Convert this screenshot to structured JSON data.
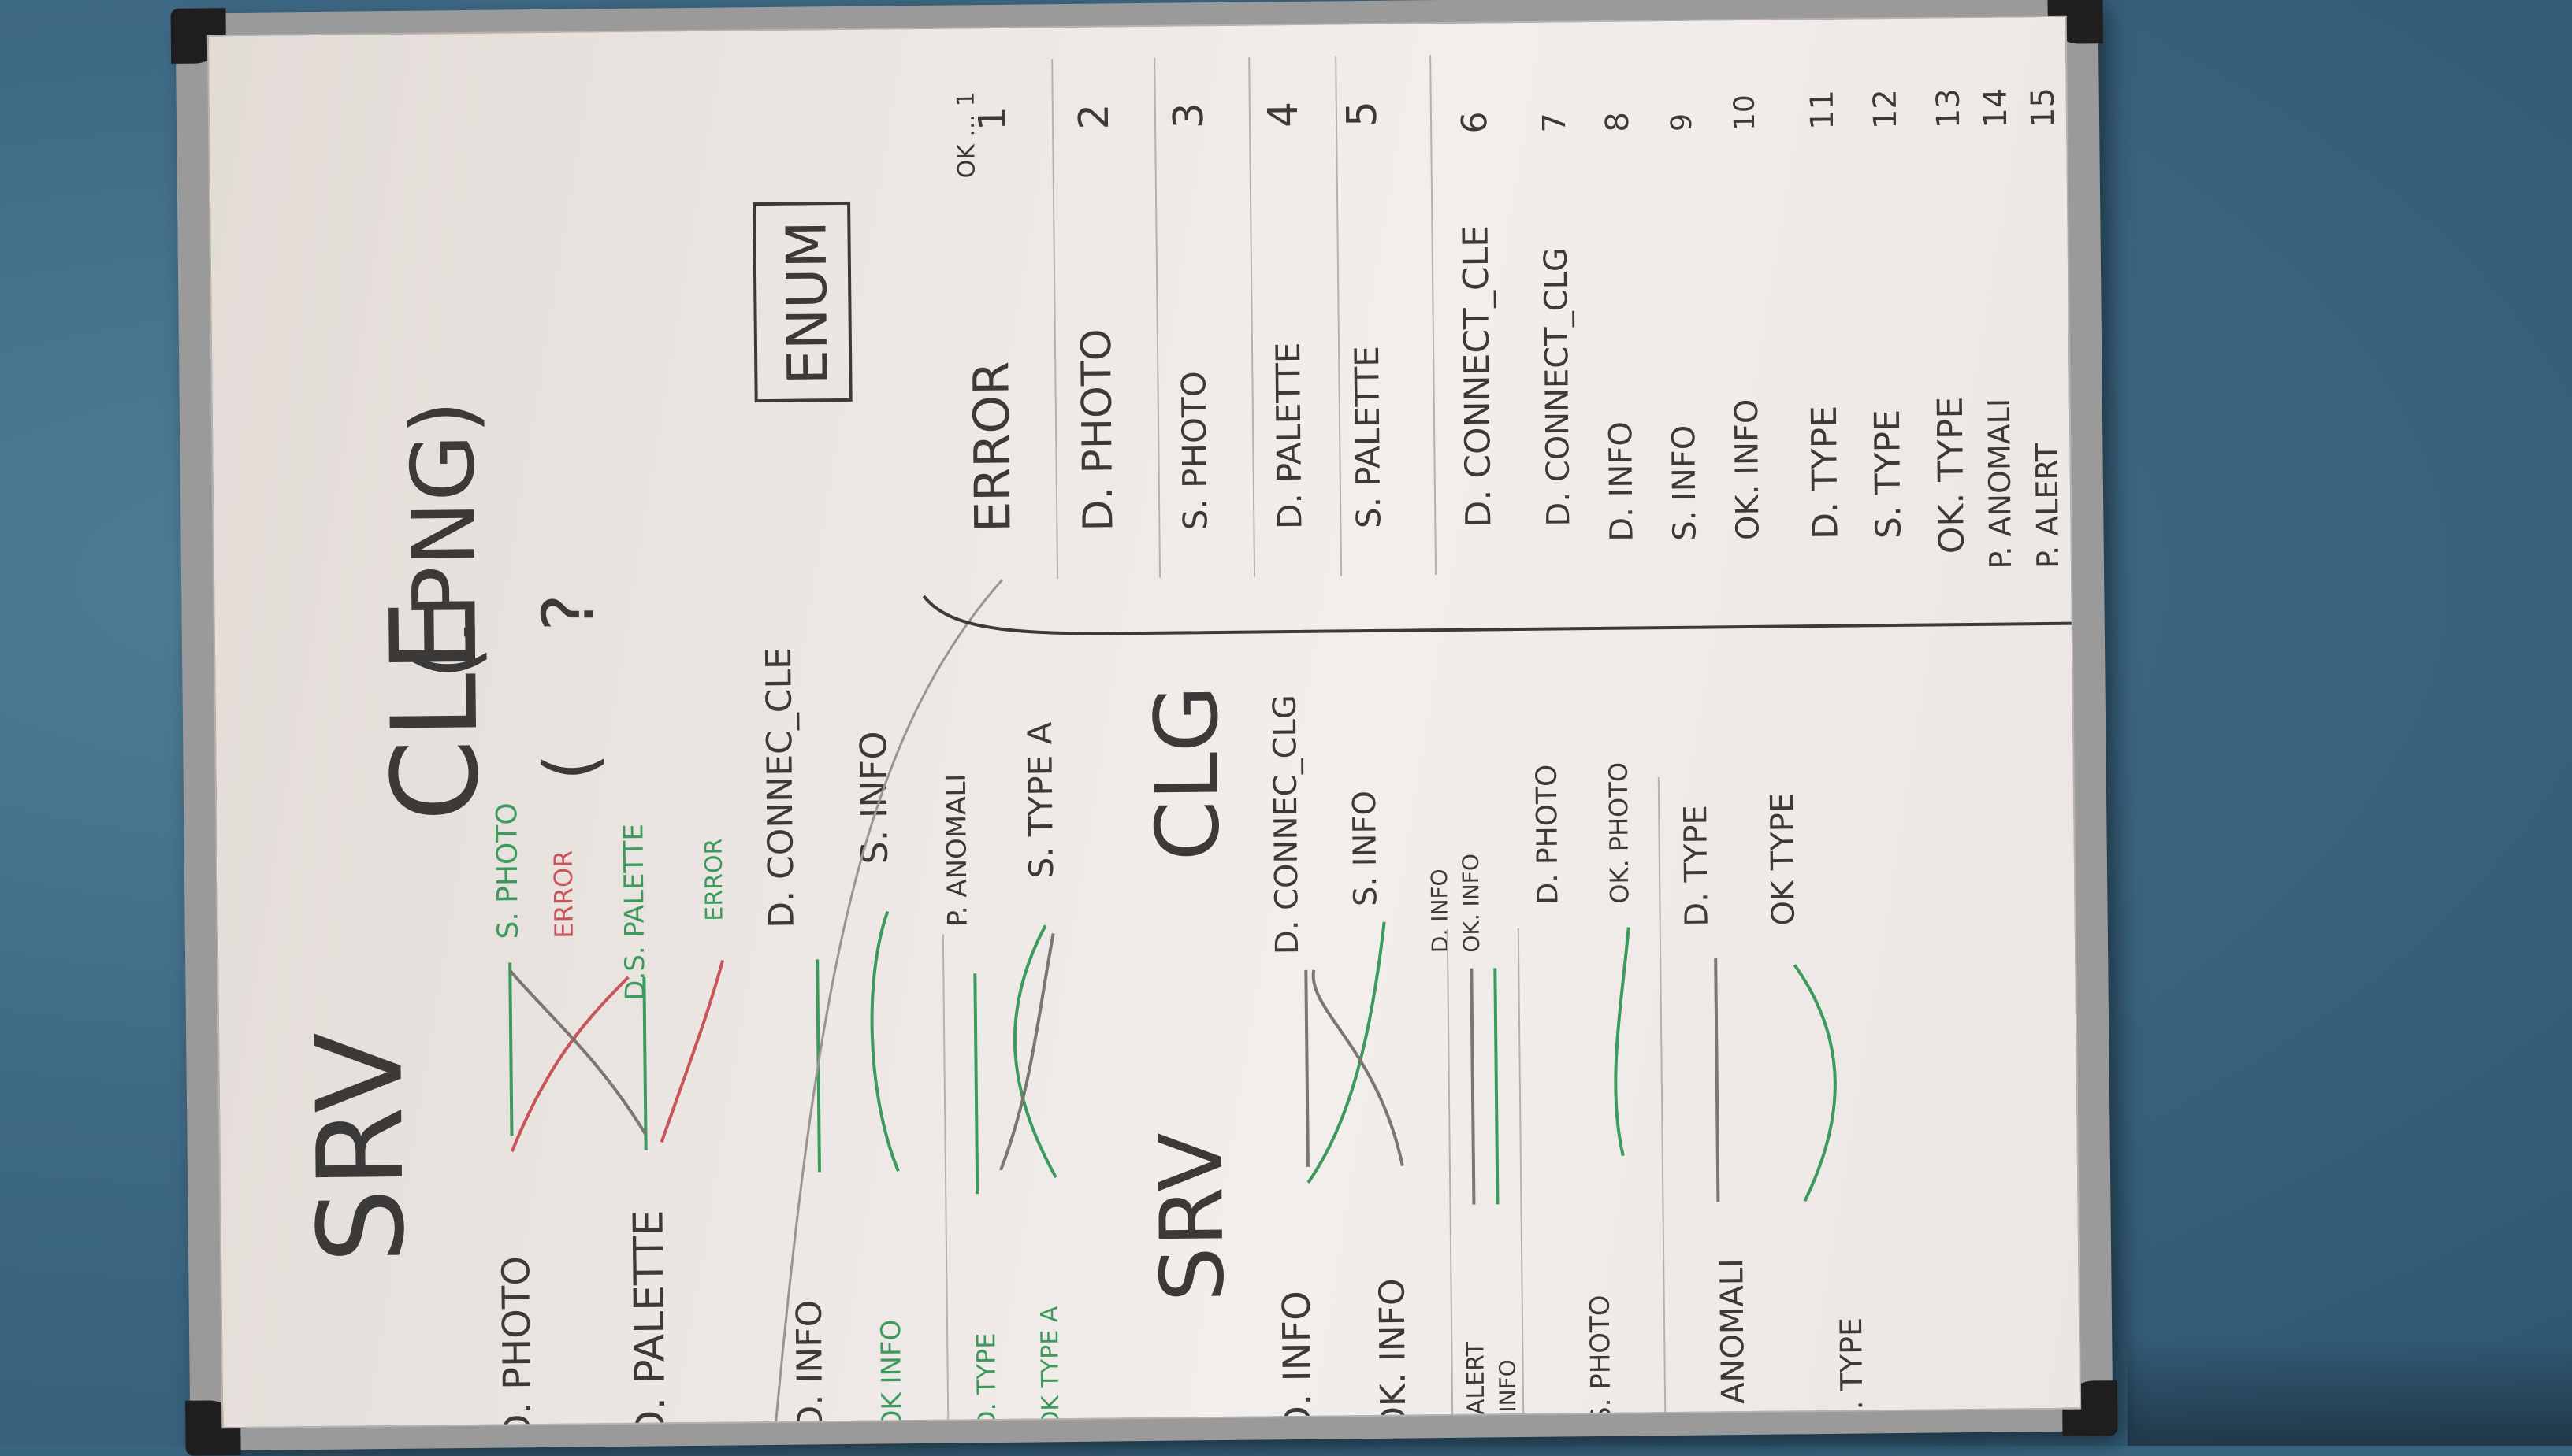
{
  "board": {
    "rotation_note_visible": false,
    "top_left": {
      "srv_title": "SRV",
      "cle_title": "CLE",
      "png_note": "(.PNG)",
      "question": "?",
      "paren": "("
    },
    "cle_section": {
      "left": [
        {
          "text": "D. PHOTO",
          "color": "dark"
        },
        {
          "text": "D. PALETTE",
          "color": "dark"
        },
        {
          "text": "D. INFO",
          "color": "dark"
        },
        {
          "text": "OK INFO",
          "color": "green"
        },
        {
          "text": "D. TYPE",
          "color": "green"
        },
        {
          "text": "OK TYPE A",
          "color": "green"
        }
      ],
      "right": [
        {
          "text": "S. PHOTO",
          "color": "green"
        },
        {
          "text": "ERROR",
          "color": "red"
        },
        {
          "text": "D.S. PALETTE",
          "color": "green"
        },
        {
          "text": "ERROR",
          "color": "green"
        },
        {
          "text": "D. CONNEC_CLE",
          "color": "dark"
        },
        {
          "text": "S. INFO",
          "color": "dark"
        },
        {
          "text": "P. ANOMALI",
          "color": "dark"
        },
        {
          "text": "S. TYPE A",
          "color": "dark"
        }
      ]
    },
    "clg_section": {
      "srv_title": "SRV",
      "clg_title": "CLG",
      "left": [
        {
          "text": "D. INFO"
        },
        {
          "text": "OK. INFO"
        },
        {
          "text": "P. ALERT"
        },
        {
          "text": "S. INFO"
        },
        {
          "text": "S. PHOTO"
        },
        {
          "text": "P. ANOMALI"
        },
        {
          "text": "S. TYPE"
        }
      ],
      "right": [
        {
          "text": "D. CONNEC_CLG"
        },
        {
          "text": "S. INFO"
        },
        {
          "text": "D. INFO"
        },
        {
          "text": "OK. INFO"
        },
        {
          "text": "D. PHOTO"
        },
        {
          "text": "OK. PHOTO"
        },
        {
          "text": "D. TYPE"
        },
        {
          "text": "OK TYPE"
        }
      ]
    },
    "enum": {
      "title": "ENUM",
      "top_note": "OK ... 1",
      "items": [
        {
          "label": "ERROR",
          "num": "1"
        },
        {
          "label": "D. PHOTO",
          "num": "2"
        },
        {
          "label": "S. PHOTO",
          "num": "3"
        },
        {
          "label": "D. PALETTE",
          "num": "4"
        },
        {
          "label": "S. PALETTE",
          "num": "5"
        },
        {
          "label": "D. CONNECT_CLE",
          "num": "6"
        },
        {
          "label": "D. CONNECT_CLG",
          "num": "7"
        },
        {
          "label": "D. INFO",
          "num": "8"
        },
        {
          "label": "S. INFO",
          "num": "9"
        },
        {
          "label": "OK. INFO",
          "num": "10"
        },
        {
          "label": "D. TYPE",
          "num": "11"
        },
        {
          "label": "S. TYPE",
          "num": "12"
        },
        {
          "label": "OK. TYPE",
          "num": "13"
        },
        {
          "label": "P. ANOMALI",
          "num": "14"
        },
        {
          "label": "P. ALERT",
          "num": "15"
        }
      ]
    }
  }
}
